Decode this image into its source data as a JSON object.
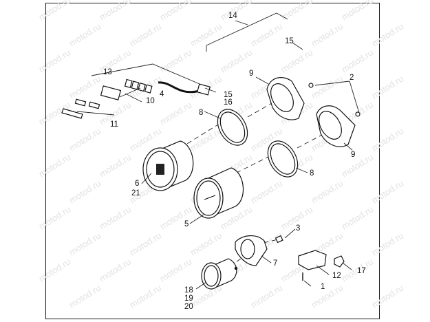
{
  "watermark": "motod.ru",
  "callouts": {
    "c1": "1",
    "c2": "2",
    "c3": "3",
    "c4": "4",
    "c5": "5",
    "c6": "6",
    "c7": "7",
    "c8a": "8",
    "c8b": "8",
    "c9a": "9",
    "c9b": "9",
    "c10": "10",
    "c11": "11",
    "c12": "12",
    "c13": "13",
    "c14": "14",
    "c15a": "15",
    "c15b": "15",
    "c16": "16",
    "c17": "17",
    "c18": "18",
    "c19": "19",
    "c20": "20",
    "c21": "21"
  }
}
